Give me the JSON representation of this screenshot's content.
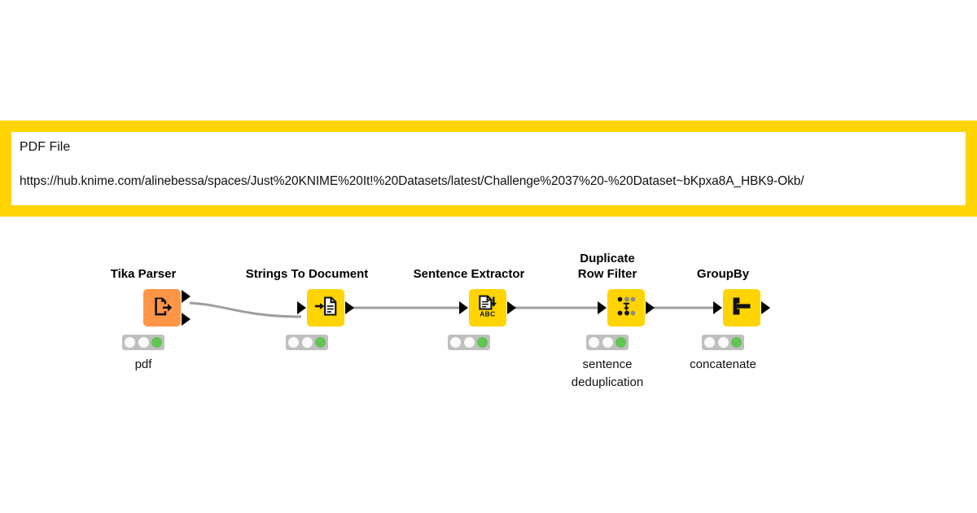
{
  "page": {
    "background_color": "#ffffff",
    "canvas_label": "knime-workflow-canvas"
  },
  "annotation": {
    "border_color": "#FFD400",
    "background_color": "#ffffff",
    "title": "PDF File",
    "url": "https://hub.knime.com/alinebessa/spaces/Just%20KNIME%20It!%20Datasets/latest/Challenge%2037%20-%20Dataset~bKpxa8A_HBK9-Okb/"
  },
  "colors": {
    "node_yellow": "#FFD400",
    "node_orange": "#FF9546",
    "status_bar": "#BFBFBF",
    "status_off": "#FAFAFA",
    "status_green": "#5FC64F",
    "connection": "#9E9E9E",
    "port": "#000000"
  },
  "workflow": {
    "nodes": [
      {
        "id": "tika-parser",
        "title": "Tika Parser",
        "title_lines": [
          "Tika Parser"
        ],
        "sublabel": "pdf",
        "color": "#FF9546",
        "icon": "document-export-icon",
        "in_ports": 0,
        "out_ports": 2,
        "status": [
          "off",
          "off",
          "green"
        ]
      },
      {
        "id": "strings-to-document",
        "title": "Strings To Document",
        "title_lines": [
          "Strings To Document"
        ],
        "sublabel": "",
        "color": "#FFD400",
        "icon": "arrow-into-document-icon",
        "in_ports": 1,
        "out_ports": 1,
        "status": [
          "off",
          "off",
          "green"
        ]
      },
      {
        "id": "sentence-extractor",
        "title": "Sentence Extractor",
        "title_lines": [
          "Sentence Extractor"
        ],
        "sublabel": "",
        "color": "#FFD400",
        "icon": "document-abc-icon",
        "in_ports": 1,
        "out_ports": 1,
        "status": [
          "off",
          "off",
          "green"
        ]
      },
      {
        "id": "duplicate-row-filter",
        "title": "Duplicate Row Filter",
        "title_lines": [
          "Duplicate",
          "Row Filter"
        ],
        "sublabel": "sentence deduplication",
        "color": "#FFD400",
        "icon": "dedupe-dots-icon",
        "in_ports": 1,
        "out_ports": 1,
        "status": [
          "off",
          "off",
          "green"
        ]
      },
      {
        "id": "groupby",
        "title": "GroupBy",
        "title_lines": [
          "GroupBy"
        ],
        "sublabel": "concatenate",
        "color": "#FFD400",
        "icon": "groupby-merge-icon",
        "in_ports": 1,
        "out_ports": 1,
        "status": [
          "off",
          "off",
          "green"
        ]
      }
    ],
    "connections": [
      {
        "from": "tika-parser",
        "from_port": "out-top",
        "to": "strings-to-document",
        "to_port": "in"
      },
      {
        "from": "strings-to-document",
        "from_port": "out",
        "to": "sentence-extractor",
        "to_port": "in"
      },
      {
        "from": "sentence-extractor",
        "from_port": "out",
        "to": "duplicate-row-filter",
        "to_port": "in"
      },
      {
        "from": "duplicate-row-filter",
        "from_port": "out",
        "to": "groupby",
        "to_port": "in"
      }
    ]
  }
}
